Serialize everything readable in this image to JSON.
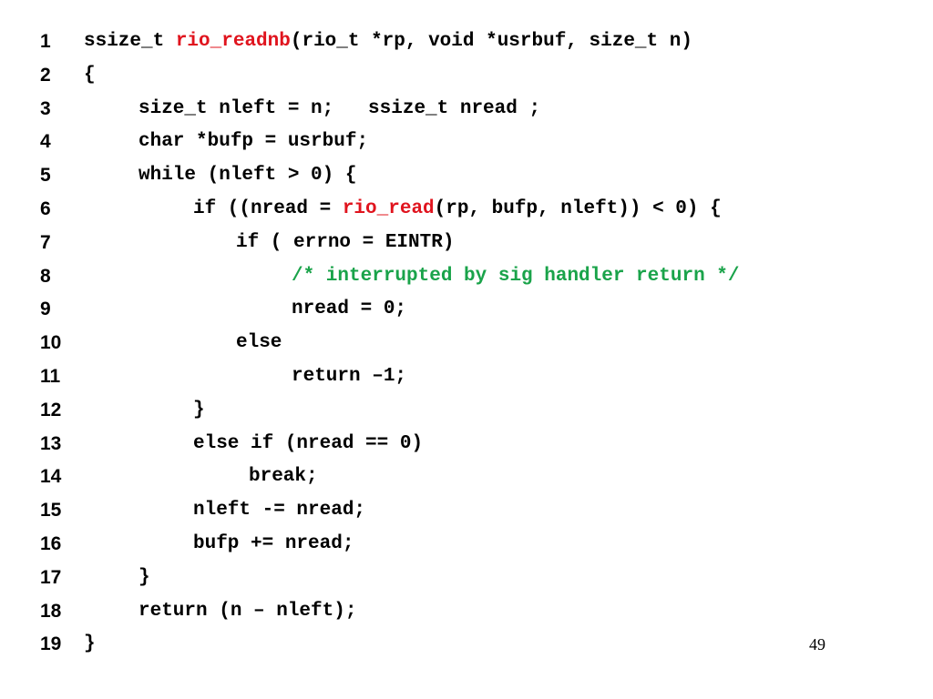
{
  "code_lines": [
    {
      "number": "1",
      "indent": 0,
      "segments": [
        {
          "text": "ssize_t ",
          "style": "plain"
        },
        {
          "text": "rio_readnb",
          "style": "fn"
        },
        {
          "text": "(rio_t *rp, void *usrbuf, size_t n)",
          "style": "plain"
        }
      ]
    },
    {
      "number": "2",
      "indent": 0,
      "segments": [
        {
          "text": "{",
          "style": "plain"
        }
      ]
    },
    {
      "number": "3",
      "indent": 1,
      "segments": [
        {
          "text": "size_t nleft = n;   ssize_t nread ;",
          "style": "plain"
        }
      ]
    },
    {
      "number": "4",
      "indent": 1,
      "segments": [
        {
          "text": "char *bufp = usrbuf;",
          "style": "plain"
        }
      ]
    },
    {
      "number": "5",
      "indent": 1,
      "segments": [
        {
          "text": "while (nleft > 0) {",
          "style": "plain"
        }
      ]
    },
    {
      "number": "6",
      "indent": 2,
      "segments": [
        {
          "text": "if ((nread = ",
          "style": "plain"
        },
        {
          "text": "rio_read",
          "style": "fn"
        },
        {
          "text": "(rp, bufp, nleft)) < 0) {",
          "style": "plain"
        }
      ]
    },
    {
      "number": "7",
      "indent": 3,
      "segments": [
        {
          "text": "if ( errno = EINTR)",
          "style": "plain"
        }
      ]
    },
    {
      "number": "8",
      "indent": 4,
      "segments": [
        {
          "text": "/* interrupted by sig handler return */",
          "style": "comment"
        }
      ]
    },
    {
      "number": "9",
      "indent": 4,
      "segments": [
        {
          "text": "nread = 0;",
          "style": "plain"
        }
      ]
    },
    {
      "number": "10",
      "indent": 3,
      "segments": [
        {
          "text": "else",
          "style": "plain"
        }
      ]
    },
    {
      "number": "11",
      "indent": 4,
      "segments": [
        {
          "text": "return –1;",
          "style": "plain"
        }
      ]
    },
    {
      "number": "12",
      "indent": 2,
      "segments": [
        {
          "text": "}",
          "style": "plain"
        }
      ]
    },
    {
      "number": "13",
      "indent": 2,
      "segments": [
        {
          "text": "else if (nread == 0)",
          "style": "plain"
        }
      ]
    },
    {
      "number": "14",
      "indent": 5,
      "segments": [
        {
          "text": "break;",
          "style": "plain"
        }
      ]
    },
    {
      "number": "15",
      "indent": 2,
      "segments": [
        {
          "text": "nleft -= nread;",
          "style": "plain"
        }
      ]
    },
    {
      "number": "16",
      "indent": 2,
      "segments": [
        {
          "text": "bufp += nread;",
          "style": "plain"
        }
      ]
    },
    {
      "number": "17",
      "indent": 1,
      "segments": [
        {
          "text": "}",
          "style": "plain"
        }
      ]
    },
    {
      "number": "18",
      "indent": 1,
      "segments": [
        {
          "text": "return (n – nleft);",
          "style": "plain"
        }
      ]
    },
    {
      "number": "19",
      "indent": 0,
      "segments": [
        {
          "text": "}",
          "style": "plain"
        }
      ]
    }
  ],
  "page_number": "49",
  "colors": {
    "function_highlight": "#e0141e",
    "comment_highlight": "#1aa34a",
    "text": "#000000",
    "background": "#ffffff"
  }
}
